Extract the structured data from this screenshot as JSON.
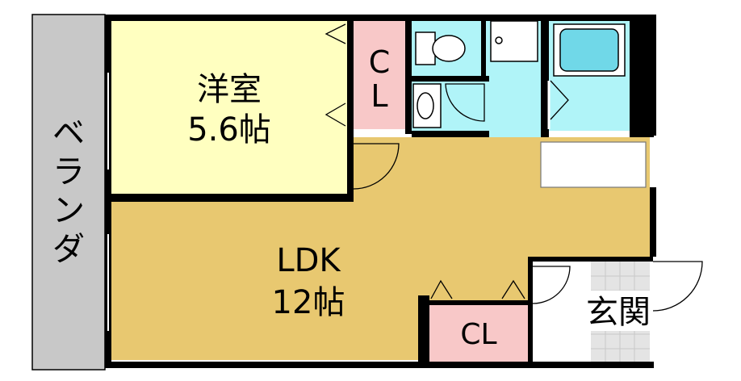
{
  "rooms": {
    "western_room": {
      "name": "洋室",
      "size": "5.6帖"
    },
    "ldk": {
      "name": "LDK",
      "size": "12帖"
    },
    "closet_upper": {
      "letter_top": "C",
      "letter_bottom": "L"
    },
    "closet_lower": {
      "label": "CL"
    },
    "entrance": {
      "label": "玄関"
    },
    "balcony": {
      "chars": [
        "ベ",
        "ラ",
        "ン",
        "ダ"
      ]
    }
  },
  "colors": {
    "western_room": "#ffffc0",
    "ldk": "#e8c870",
    "closet": "#f8c8c8",
    "wet_area": "#b0f4f8",
    "balcony": "#c8c8c8",
    "entrance_tile": "#e4e4e4",
    "wall": "#000000"
  }
}
